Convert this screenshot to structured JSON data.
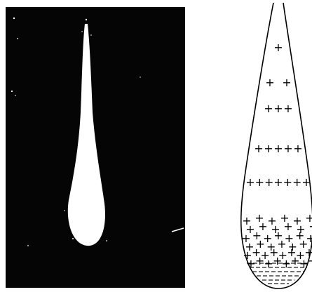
{
  "photo": {
    "background_color": "#050505",
    "streamer_color": "#ffffff"
  },
  "drawing": {
    "outline_color": "#000000",
    "plus_sign": "+",
    "plus_rows": [
      1,
      2,
      3,
      5,
      7,
      12,
      14,
      16
    ]
  }
}
